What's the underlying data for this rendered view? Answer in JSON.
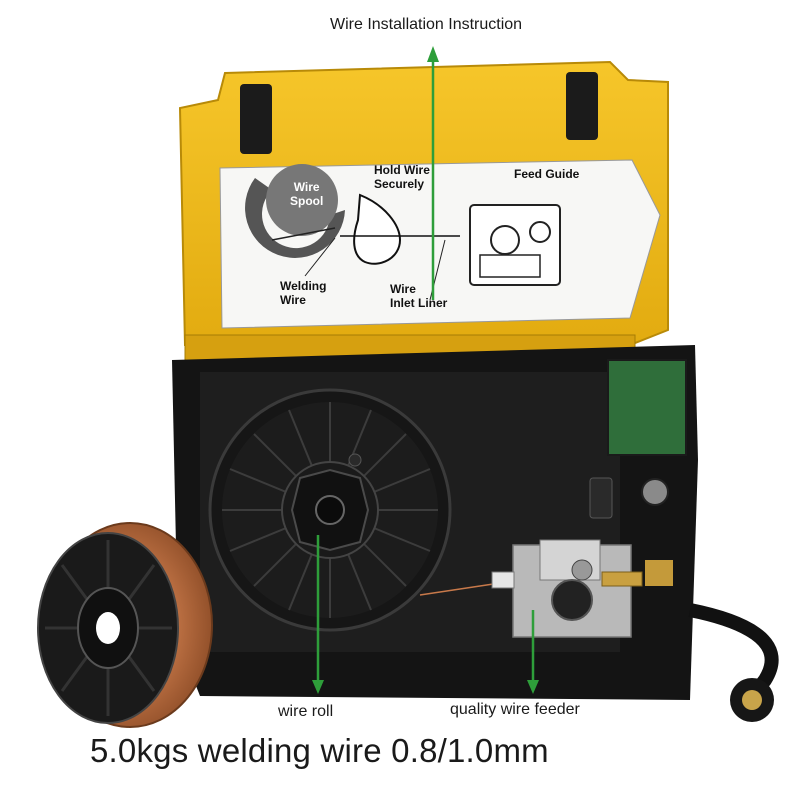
{
  "labels": {
    "title": "Wire Installation Instruction",
    "wire_roll": "wire roll",
    "feeder": "quality wire feeder",
    "wire_spec": "5.0kgs welding wire  0.8/1.0mm"
  },
  "diagram": {
    "spool_line1": "Wire",
    "spool_line2": "Spool",
    "hold_line1": "Hold Wire",
    "hold_line2": "Securely",
    "feed_guide": "Feed Guide",
    "welding_line1": "Welding",
    "welding_line2": "Wire",
    "inlet_line1": "Wire",
    "inlet_line2": "Inlet Liner"
  },
  "colors": {
    "lid_yellow": "#f2c01e",
    "body_black": "#141414",
    "copper": "#c8794a",
    "arrow_green": "#2e9e3a"
  }
}
